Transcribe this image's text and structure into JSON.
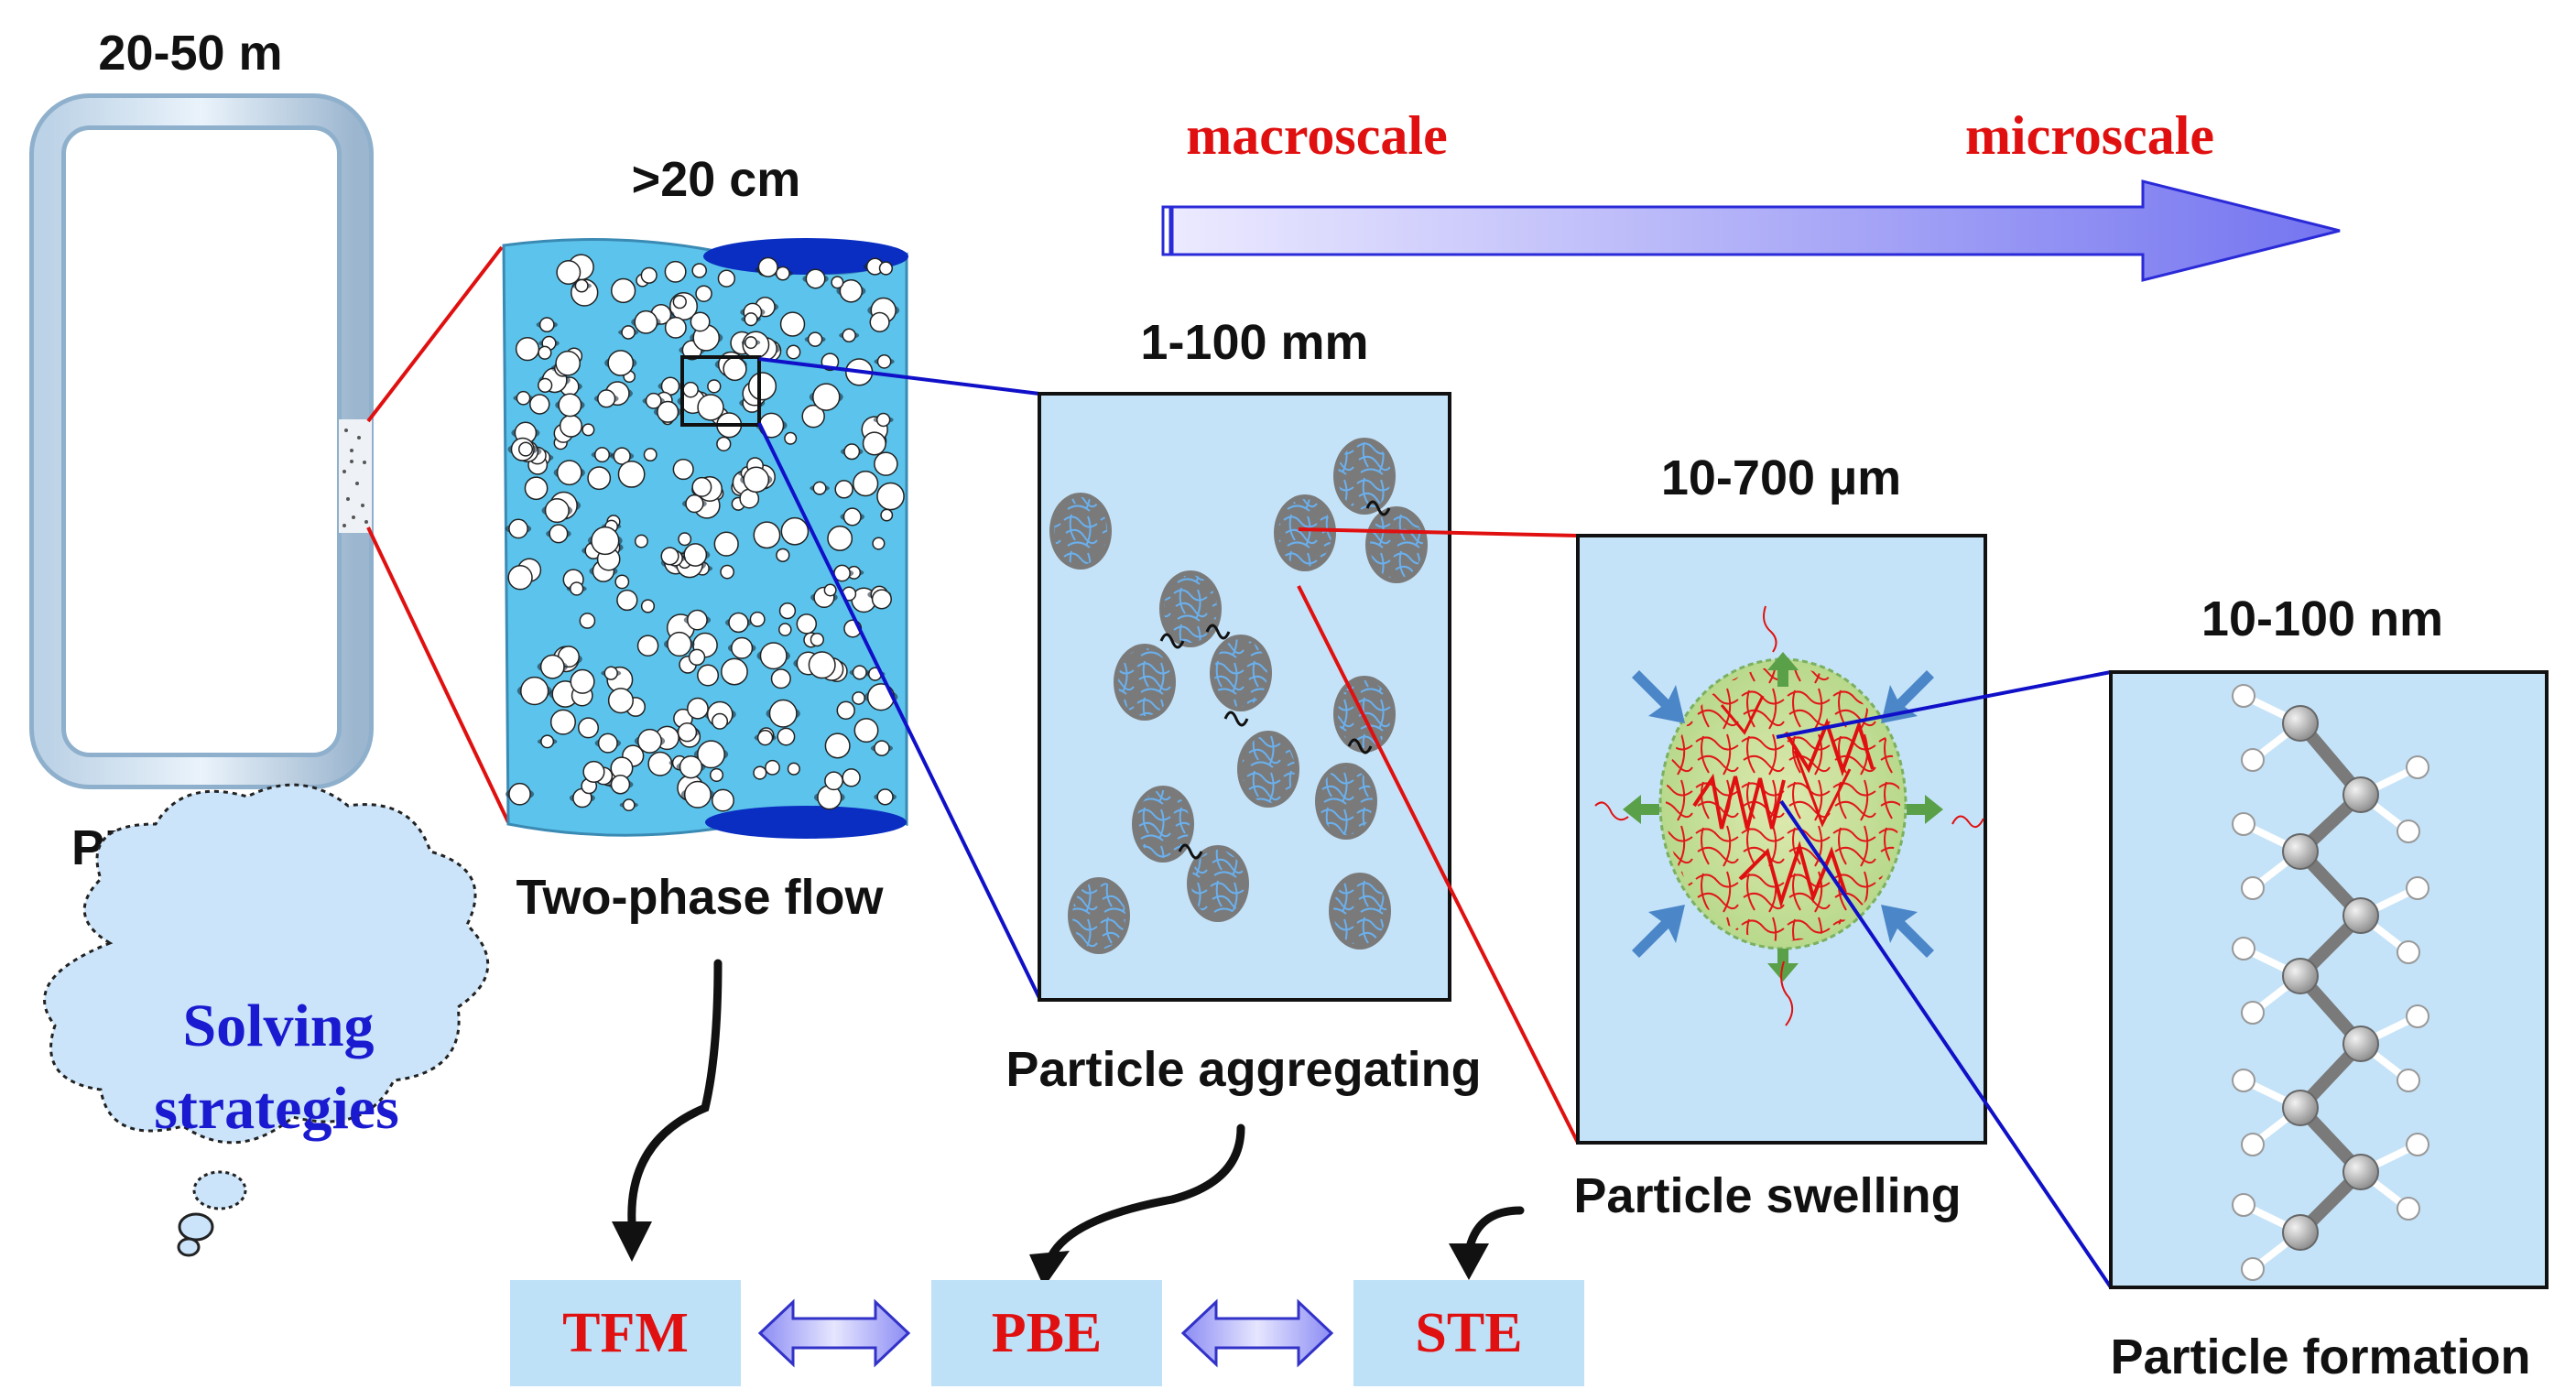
{
  "reactor": {
    "scale": "20-50 m",
    "label": "PE Reactor"
  },
  "pipe": {
    "scale": ">20 cm",
    "label": "Two-phase flow"
  },
  "aggregate": {
    "scale": "1-100 mm",
    "label": "Particle aggregating"
  },
  "swelling": {
    "scale": "10-700 µm",
    "label": "Particle swelling"
  },
  "formation": {
    "scale": "10-100 nm",
    "label": "Particle formation"
  },
  "scale_arrow": {
    "left_label": "macroscale",
    "right_label": "microscale"
  },
  "cloud": {
    "line1": "Solving",
    "line2": "strategies"
  },
  "models": {
    "tfm": "TFM",
    "pbe": "PBE",
    "ste": "STE"
  },
  "colors": {
    "panel_fill": "#c5e3f8",
    "pipe_fill": "#5cc4ec",
    "red_connector": "#e01010",
    "blue_connector": "#1010c8",
    "label_red": "#e01010",
    "label_blue": "#1a1ad0",
    "model_box": "#bfe1f8",
    "model_arrow": "#6e6ef0"
  }
}
